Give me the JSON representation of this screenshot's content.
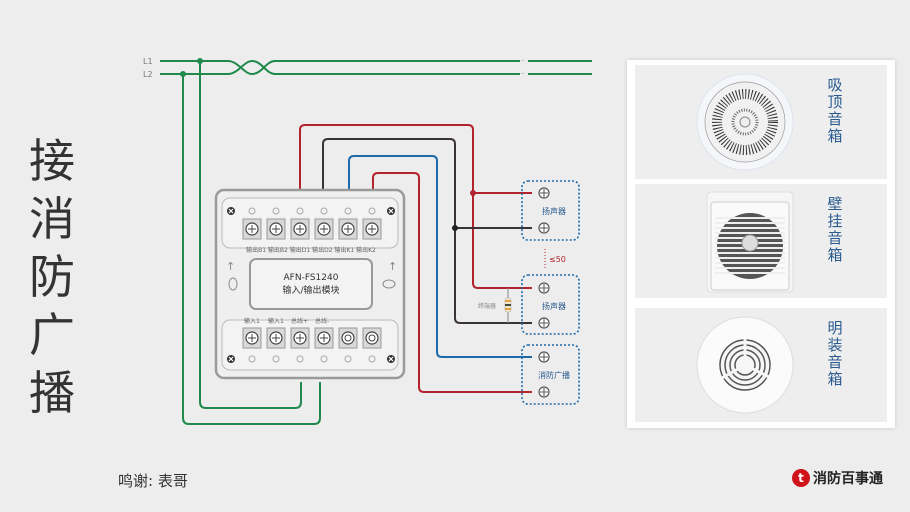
{
  "title": [
    "接",
    "消",
    "防",
    "广",
    "播"
  ],
  "credit": "鸣谢: 表哥",
  "brand": {
    "logo_glyph": "t",
    "name": "消防百事通",
    "color": "#d0121b"
  },
  "bus": {
    "l1_label": "L1",
    "l2_label": "L2"
  },
  "module": {
    "model": "AFN-FS1240",
    "name": "输入/输出模块",
    "top_terminal_labels": "输出B1 输出B2 输出D1 输出D2 输出K1 输出K2",
    "bottom_terminal_labels": [
      "输入1",
      "输入1",
      "总线+",
      "总线-"
    ]
  },
  "devices": [
    {
      "label": "扬声器"
    },
    {
      "label": "扬声器"
    },
    {
      "label": "消防广播"
    }
  ],
  "resistor_label": "终端器",
  "distance_label": "≤50",
  "colors": {
    "red": "#b3232e",
    "black": "#3a3333",
    "blue": "#1f6aa8",
    "green": "#1f8a4c",
    "dotted": "#1f6aa8"
  },
  "speakers": [
    {
      "name": [
        "吸",
        "顶",
        "音",
        "箱"
      ],
      "icon": "ceiling-speaker-icon"
    },
    {
      "name": [
        "壁",
        "挂",
        "音",
        "箱"
      ],
      "icon": "wall-speaker-icon"
    },
    {
      "name": [
        "明",
        "装",
        "音",
        "箱"
      ],
      "icon": "surface-speaker-icon"
    }
  ]
}
